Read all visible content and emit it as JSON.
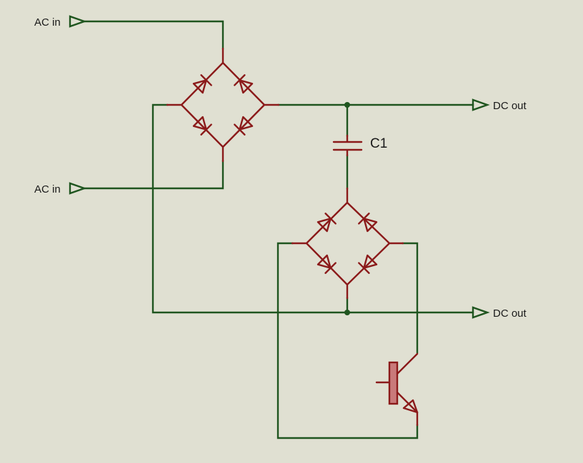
{
  "ports": {
    "ac_in_1": "AC in",
    "ac_in_2": "AC in",
    "dc_out_1": "DC out",
    "dc_out_2": "DC out"
  },
  "components": {
    "capacitor_label": "C1"
  },
  "colors": {
    "background": "#e0e0d2",
    "wire": "#1f551f",
    "component": "#8b1a1a",
    "transistor_body": "#c97a7a"
  },
  "icons": {
    "port": "terminal-arrow-icon",
    "rectifier": "diode-bridge-icon",
    "capacitor": "capacitor-icon",
    "transistor": "npn-transistor-icon"
  }
}
